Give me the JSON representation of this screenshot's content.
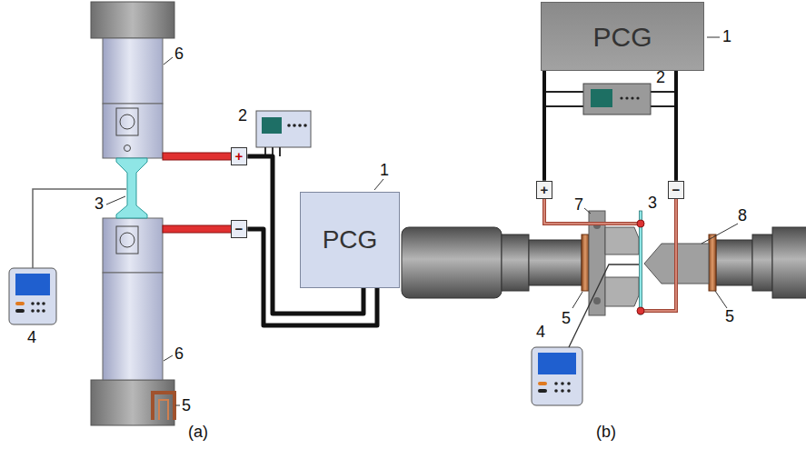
{
  "diagram": {
    "nodes": [
      {
        "text": [
          "PCG"
        ]
      },
      {
        "text": [
          "+"
        ]
      },
      {
        "text": [
          "−"
        ]
      },
      {
        "text": [
          "PCG"
        ]
      },
      {
        "text": [
          "+"
        ]
      },
      {
        "text": [
          "−"
        ]
      }
    ],
    "edges": [
      {
        "from": 0,
        "to": 1,
        "arrow": "none"
      },
      {
        "from": 0,
        "to": 2,
        "arrow": "none"
      },
      {
        "from": 3,
        "to": 4,
        "arrow": "none"
      },
      {
        "from": 3,
        "to": 5,
        "arrow": "none"
      }
    ],
    "labels": [
      "1",
      "2",
      "3",
      "4",
      "5",
      "6",
      "6",
      "(a)",
      "1",
      "2",
      "3",
      "4",
      "5",
      "5",
      "7",
      "8",
      "(b)"
    ]
  }
}
